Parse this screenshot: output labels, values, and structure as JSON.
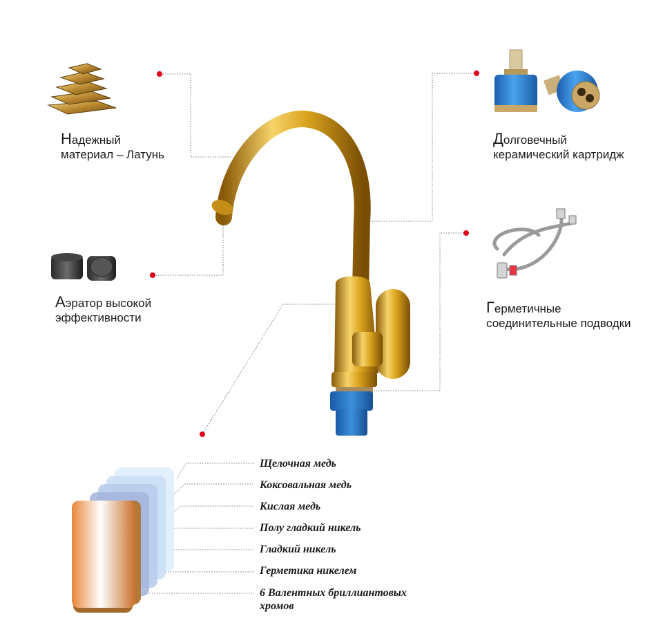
{
  "features": {
    "brass": {
      "first": "Н",
      "rest_line1": "адежный",
      "line2": "материал – Латунь"
    },
    "cartridge": {
      "first": "Д",
      "rest_line1": "олговечный",
      "line2": "керамический картридж"
    },
    "aerator": {
      "first": "А",
      "rest_line1": "эратор высокой",
      "line2": "эффективности"
    },
    "hoses": {
      "first": "Г",
      "rest_line1": "ерметичные",
      "line2": "соединительные подводки"
    }
  },
  "layers": [
    "Щелочная медь",
    "Коксовальная медь",
    "Кислая медь",
    "Полу гладкий никель",
    "Гладкий никель",
    "Герметика никелем",
    "6 Валентных бриллиантовых",
    "хромов"
  ],
  "colors": {
    "accent_dot": "#e3001b",
    "gold": "#d9a21c",
    "blue": "#1f74c2"
  }
}
